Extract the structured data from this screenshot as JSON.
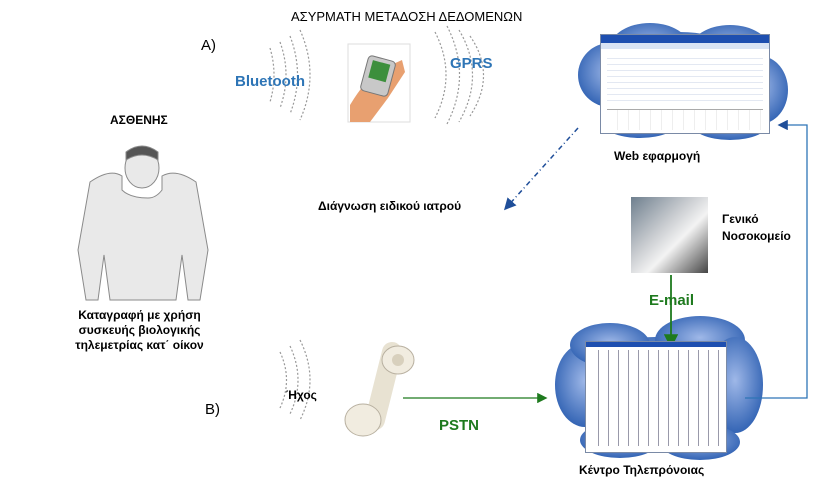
{
  "title": "ΑΣΥΡΜΑΤΗ ΜΕΤΑΔΟΣΗ ΔΕΔΟΜΕΝΩΝ",
  "route_a": "A)",
  "route_b": "B)",
  "bluetooth": "Bluetooth",
  "gprs": "GPRS",
  "patient": "ΑΣΘΕΝΗΣ",
  "recording": [
    "Καταγραφή με χρήση",
    "συσκευής βιολογικής",
    "τηλεμετρίας κατ΄ οίκον"
  ],
  "web_app": "Web εφαρμογή",
  "diagnosis": "Διάγνωση ειδικού ιατρού",
  "hospital": [
    "Γενικό",
    "Νοσοκομείο"
  ],
  "email": "E-mail",
  "sound": "Ήχος",
  "pstn": "PSTN",
  "telecare": "Κέντρο Τηλεπρόνοιας",
  "colors": {
    "cloud": "#2a5db0",
    "wave": "#999999",
    "link_blue": "#2e75b6",
    "link_green": "#1e7a1e",
    "arrow_blue": "#1f4e99"
  }
}
